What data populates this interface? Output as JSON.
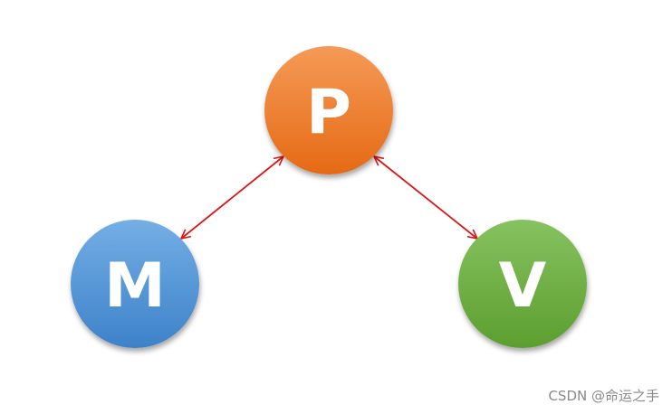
{
  "nodes": {
    "p": {
      "label": "P",
      "color_light": "#f59a57",
      "color_dark": "#e56a14"
    },
    "m": {
      "label": "M",
      "color_light": "#74aee5",
      "color_dark": "#3d82c9"
    },
    "v": {
      "label": "V",
      "color_light": "#86c260",
      "color_dark": "#5c9e2e"
    }
  },
  "edges": [
    {
      "from": "p",
      "to": "m",
      "bidirectional": true
    },
    {
      "from": "p",
      "to": "v",
      "bidirectional": true
    }
  ],
  "colors": {
    "arrow": "#e01414",
    "background": "#ffffff"
  },
  "watermark": "CSDN @命运之手"
}
